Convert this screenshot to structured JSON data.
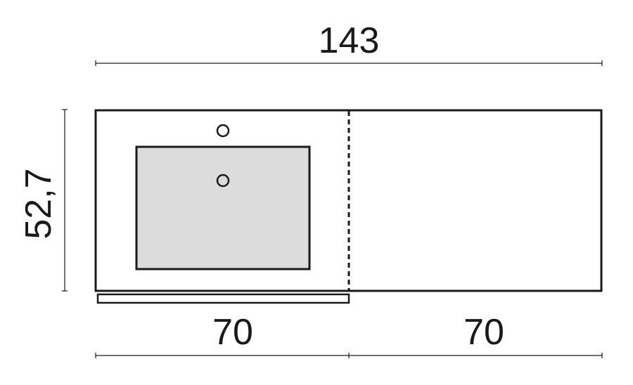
{
  "dimensions": {
    "total_width": "143",
    "depth": "52,7",
    "left_section_width": "70",
    "right_section_width": "70"
  },
  "colors": {
    "line": "#1a1a1a",
    "basin_fill": "#dcdcdc",
    "background": "#ffffff"
  }
}
